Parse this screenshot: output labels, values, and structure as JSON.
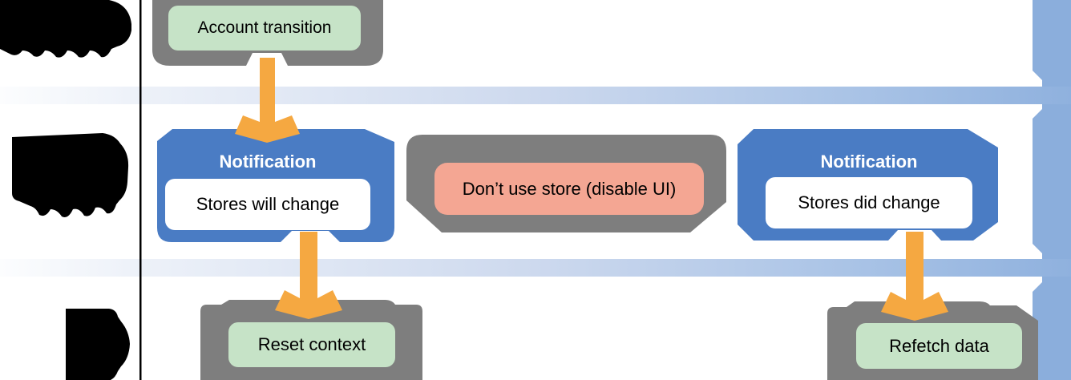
{
  "diagram": {
    "kind": "account-transition-notification-flow"
  },
  "colors": {
    "notification_blue": "#4A7CC4",
    "container_gray": "#7E7E7E",
    "action_green": "#C6E3C7",
    "warning_salmon": "#F4A693",
    "arrow_orange": "#F5A841",
    "timeline_band_blue": "#8FB1DE",
    "right_bar_blue": "#8BAEDC",
    "redacted_black": "#000000",
    "inner_white": "#FFFFFF",
    "divider_black": "#000000"
  },
  "nodes": {
    "account_transition": {
      "label": "Account transition"
    },
    "notification_will_change": {
      "title": "Notification",
      "body": "Stores will change"
    },
    "dont_use_store": {
      "label": "Don’t use store (disable UI)"
    },
    "notification_did_change": {
      "title": "Notification",
      "body": "Stores did change"
    },
    "reset_context": {
      "label": "Reset context"
    },
    "refetch_data": {
      "label": "Refetch data"
    }
  },
  "redacted_regions": [
    {
      "name": "swimlane-label-top"
    },
    {
      "name": "swimlane-label-middle"
    },
    {
      "name": "swimlane-label-bottom"
    }
  ]
}
